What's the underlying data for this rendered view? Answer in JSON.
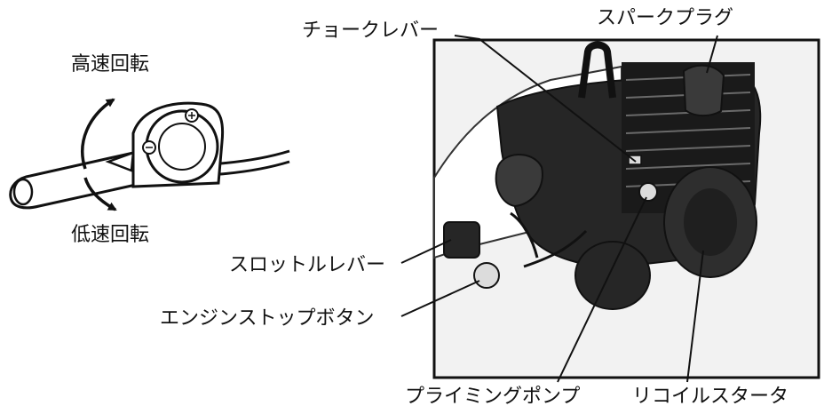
{
  "throttle_detail": {
    "high_speed_label": "高速回転",
    "low_speed_label": "低速回転"
  },
  "engine_callouts": {
    "choke_lever": "チョークレバー",
    "spark_plug": "スパークプラグ",
    "throttle_lever": "スロットルレバー",
    "engine_stop_button": "エンジンストップボタン",
    "priming_pump": "プライミングポンプ",
    "recoil_starter": "リコイルスタータ"
  },
  "colors": {
    "ink": "#111111",
    "engine_body": "#262626",
    "background": "#ffffff"
  }
}
